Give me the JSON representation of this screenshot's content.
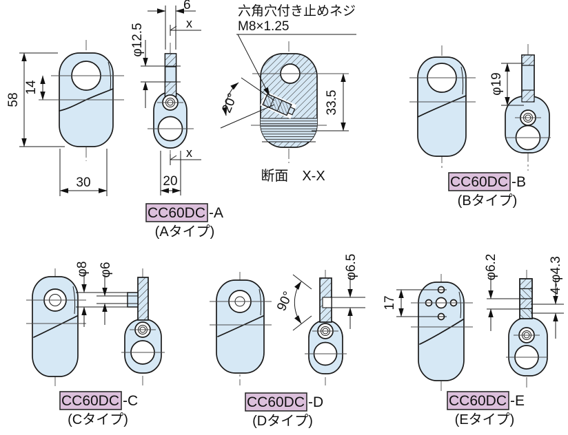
{
  "drawing": {
    "product_code": "CC60DC",
    "note": {
      "line1": "六角穴付き止めネジ",
      "line2": "M8×1.25"
    },
    "section_title": "断面　X-X",
    "variants": [
      {
        "suffix": "-A",
        "type_label": "(Aタイプ)"
      },
      {
        "suffix": "-B",
        "type_label": "(Bタイプ)"
      },
      {
        "suffix": "-C",
        "type_label": "(Cタイプ)"
      },
      {
        "suffix": "-D",
        "type_label": "(Dタイプ)"
      },
      {
        "suffix": "-E",
        "type_label": "(Eタイプ)"
      }
    ],
    "dims": {
      "a_height": "58",
      "a_hole_offset": "14",
      "a_width": "30",
      "a_stem_width": "6",
      "a_stem_dia": "φ12.5",
      "a_body_width": "20",
      "sec_mark_top": "x",
      "sec_mark_bottom": "x",
      "sec_angle": "20°",
      "sec_depth": "33.5",
      "b_stem_len": "φ19",
      "c_boss_dia": "φ8",
      "c_pin_dia": "φ6",
      "d_angle": "90°",
      "d_hole_dia": "φ6.5",
      "e_spacing": "17",
      "e_hole_dia": "φ6.2",
      "e_holes": "4-φ4.3"
    },
    "colors": {
      "part_fill": "#d6e8f5",
      "label_bg": "#dcc0dc",
      "line": "#1a1a1a"
    }
  }
}
